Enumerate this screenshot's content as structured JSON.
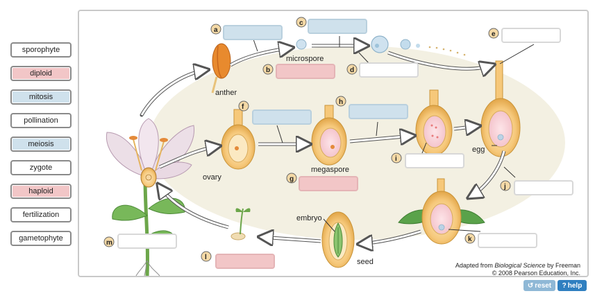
{
  "bank": [
    {
      "label": "sporophyte",
      "color": "white"
    },
    {
      "label": "diploid",
      "color": "pink"
    },
    {
      "label": "mitosis",
      "color": "blue"
    },
    {
      "label": "pollination",
      "color": "white"
    },
    {
      "label": "meiosis",
      "color": "blue"
    },
    {
      "label": "zygote",
      "color": "white"
    },
    {
      "label": "haploid",
      "color": "pink"
    },
    {
      "label": "fertilization",
      "color": "white"
    },
    {
      "label": "gametophyte",
      "color": "white"
    }
  ],
  "letters": {
    "a": "a",
    "b": "b",
    "c": "c",
    "d": "d",
    "e": "e",
    "f": "f",
    "g": "g",
    "h": "h",
    "i": "i",
    "j": "j",
    "k": "k",
    "l": "l",
    "m": "m"
  },
  "labels": {
    "anther": "anther",
    "microspore": "microspore",
    "ovary": "ovary",
    "megaspore": "megaspore",
    "egg": "egg",
    "embryo": "embryo",
    "seed": "seed"
  },
  "credit": {
    "prefix": "Adapted from ",
    "book": "Biological Science",
    "suffix": " by Freeman",
    "line2": "© 2008 Pearson Education, Inc."
  },
  "buttons": {
    "reset": "reset",
    "help": "help",
    "reset_icon": "↺",
    "help_icon": "?"
  },
  "colors": {
    "pink": "#f2c6c7",
    "blue": "#cfe1ec",
    "help": "#2f7fc0",
    "reset": "#8fb8d6"
  }
}
